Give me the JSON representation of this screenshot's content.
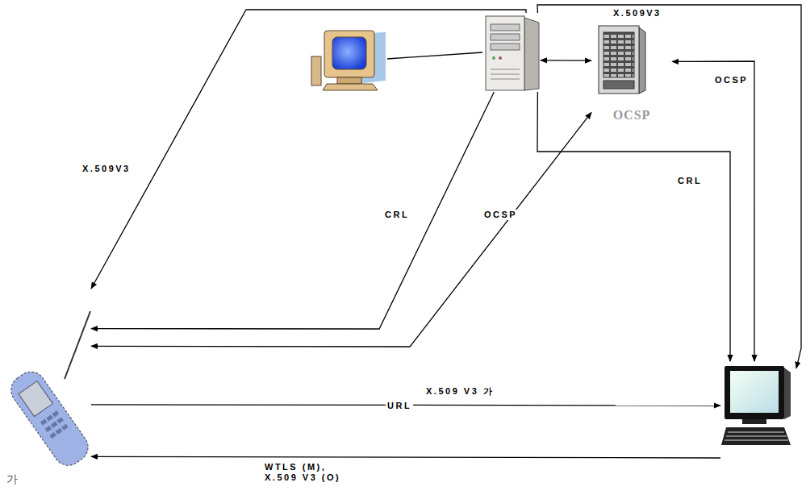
{
  "diagram": {
    "nodes": [
      {
        "text": []
      },
      {
        "text": []
      },
      {
        "text": [
          "OCSP"
        ]
      },
      {
        "text": [
          "가"
        ]
      },
      {
        "text": []
      }
    ],
    "edges": [
      {
        "from": 0,
        "to": 1,
        "arrow": "none"
      },
      {
        "from": 1,
        "to": 2,
        "arrow": "both"
      },
      {
        "from": 1,
        "to": 3,
        "label": "X.509V3",
        "arrow": "to"
      },
      {
        "from": 1,
        "to": 3,
        "label": "CRL",
        "arrow": "to"
      },
      {
        "from": 2,
        "to": 3,
        "label": "OCSP",
        "arrow": "both"
      },
      {
        "from": 1,
        "to": 4,
        "label": "X.509V3",
        "arrow": "to"
      },
      {
        "from": 1,
        "to": 4,
        "label": "CRL",
        "arrow": "to"
      },
      {
        "from": 2,
        "to": 4,
        "label": "OCSP",
        "arrow": "both"
      },
      {
        "from": 3,
        "to": 4,
        "label": "X.509 V3 가",
        "arrow": "to"
      },
      {
        "from": 4,
        "to": 3,
        "label": "WTLS (M), X.509 V3 (O)",
        "arrow": "to"
      }
    ],
    "labels": [
      "URL"
    ]
  }
}
